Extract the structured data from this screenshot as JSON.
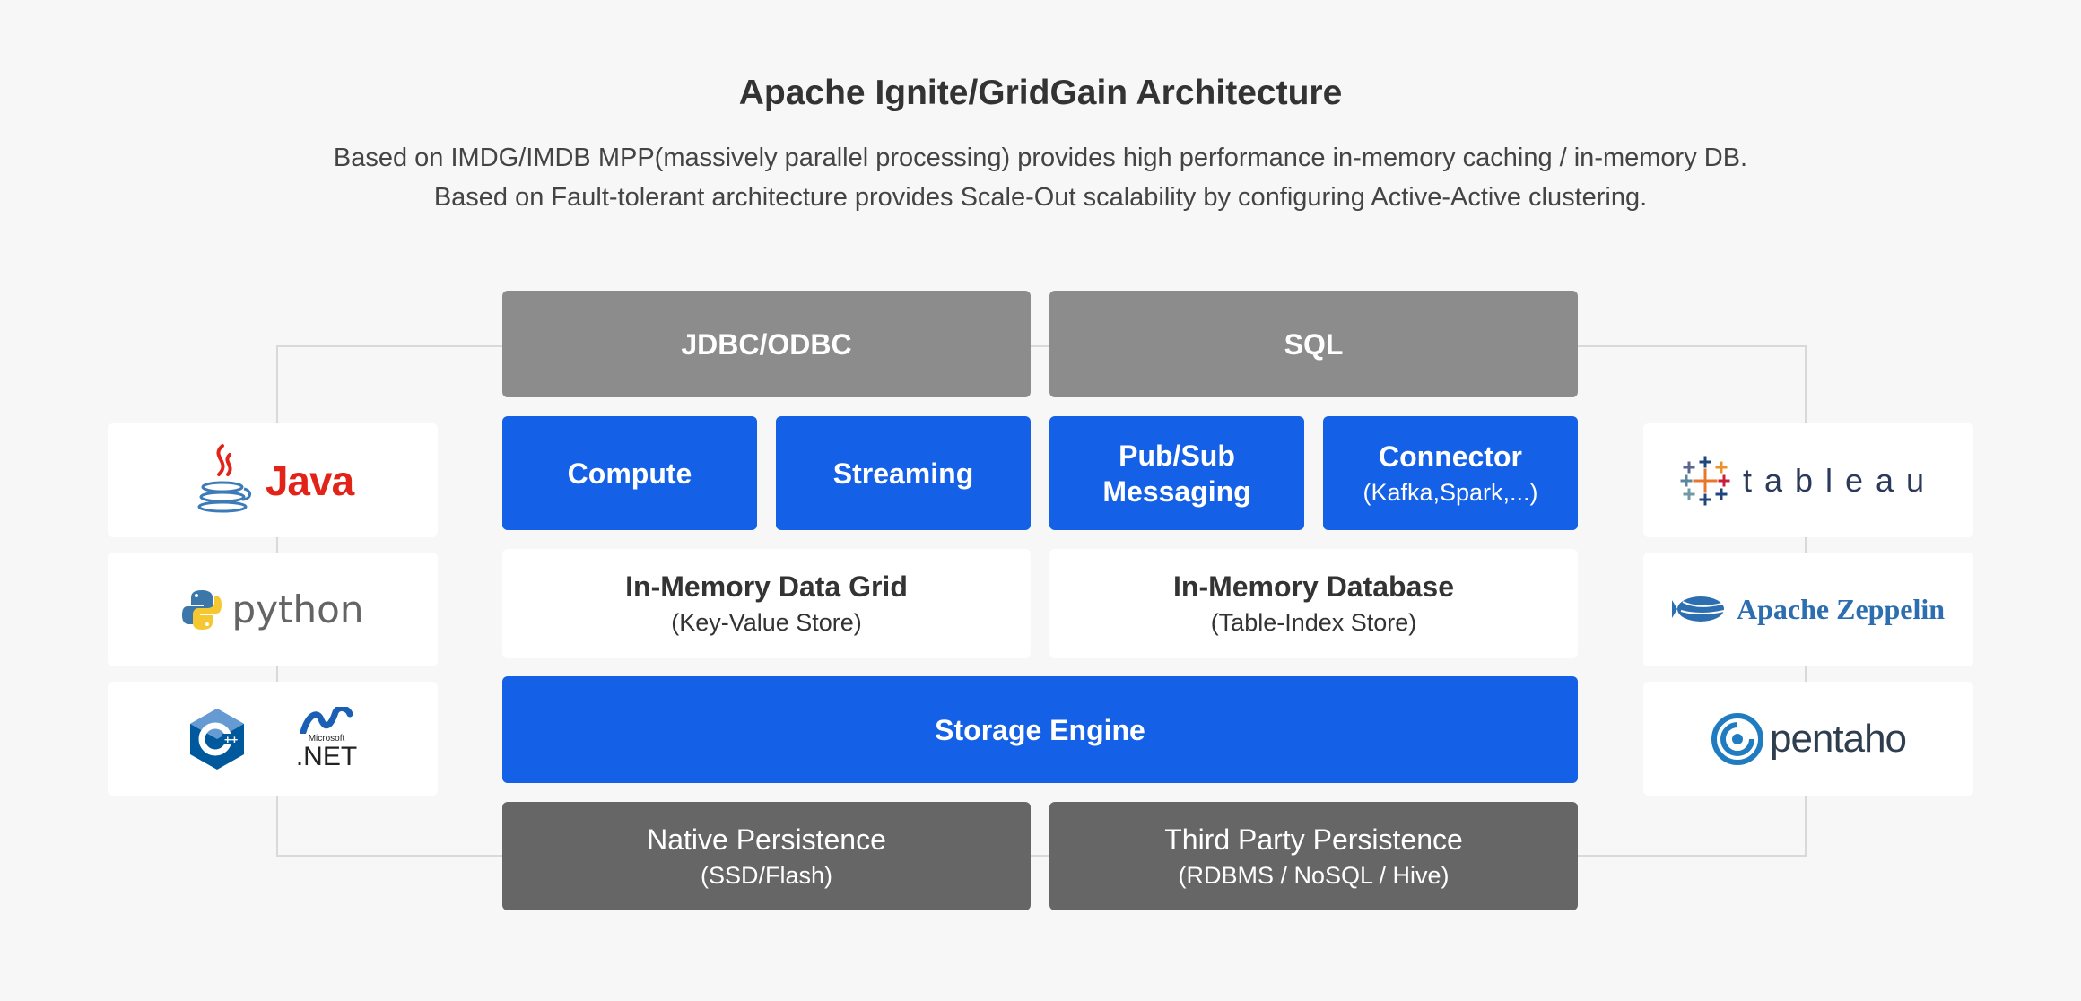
{
  "header": {
    "title": "Apache Ignite/GridGain Architecture",
    "description_line1": "Based on IMDG/IMDB MPP(massively parallel processing) provides high performance in-memory caching / in-memory DB.",
    "description_line2": "Based on Fault-tolerant architecture provides Scale-Out scalability by configuring Active-Active clustering."
  },
  "layers": {
    "jdbc_odbc": "JDBC/ODBC",
    "sql": "SQL",
    "compute": "Compute",
    "streaming": "Streaming",
    "pubsub_line1": "Pub/Sub",
    "pubsub_line2": "Messaging",
    "connector": "Connector",
    "connector_sub": "(Kafka,Spark,...)",
    "data_grid": "In-Memory Data Grid",
    "data_grid_sub": "(Key-Value Store)",
    "database": "In-Memory Database",
    "database_sub": "(Table-Index Store)",
    "storage_engine": "Storage Engine",
    "native_persistence": "Native Persistence",
    "native_persistence_sub": "(SSD/Flash)",
    "third_party_persistence": "Third Party Persistence",
    "third_party_persistence_sub": "(RDBMS / NoSQL / Hive)"
  },
  "left_logos": {
    "java": "Java",
    "python": "python",
    "net_small": "Microsoft",
    "net": ".NET",
    "cpp_icon": "cplusplus-icon"
  },
  "right_logos": {
    "tableau": "tableau",
    "zeppelin": "Apache Zeppelin",
    "pentaho": "pentaho"
  },
  "colors": {
    "blue": "#1460e6",
    "gray": "#8c8c8c",
    "dark_gray": "#666666",
    "background": "#f7f7f7"
  }
}
